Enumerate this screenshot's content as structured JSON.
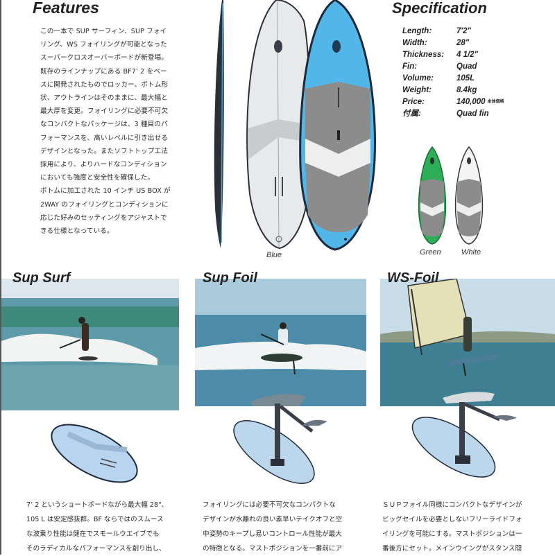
{
  "features": {
    "title": "Features",
    "lines": [
      "この一本で SUP サーフィン、SUP フォイ",
      "リング、WS フォイリングが可能となった",
      "スーパークロスオーバーボードが新登場。",
      "既存のラインナップにある BF7’ 2 をベー",
      "スに開発されたものでロッカー、ボトム形",
      "状、アウトラインはそのままに、最大幅と",
      "最大厚を変更。フォイリングに必要不可欠",
      "なコンパクトなパッケージは、3 種目のパ",
      "フォーマンスを、高いレベルに引き出せる",
      "デザインとなった。またソフトトップ工法",
      "採用により、よりハードなコンディション",
      "においても強度と安全性を確保した。",
      "ボトムに加工された 10 インチ US BOX が",
      "2WAY のフォイリングとコンディションに",
      "応じた好みのセッティングをアジャストで",
      "きる仕様となっている。"
    ]
  },
  "specification": {
    "title": "Specification",
    "rows": [
      {
        "label": "Length:",
        "value": "7'2\""
      },
      {
        "label": "Width:",
        "value": "28\""
      },
      {
        "label": "Thickness:",
        "value": "4 1/2\""
      },
      {
        "label": "Fin:",
        "value": "Quad"
      },
      {
        "label": "Volume:",
        "value": "105L"
      },
      {
        "label": "Weight:",
        "value": "8.4kg"
      },
      {
        "label": "Price:",
        "value": "140,000",
        "note": "本体価格"
      },
      {
        "label": "付属:",
        "value": "Quad fin"
      }
    ]
  },
  "boards": {
    "main_caption": "Blue",
    "variants": [
      {
        "caption": "Green",
        "color": "#2fae5a"
      },
      {
        "caption": "White",
        "color": "#f2f2f2"
      }
    ],
    "colors": {
      "blue": "#52b6e8",
      "deck_gray": "#8c8c8c",
      "rail": "#1e2a3a",
      "bottom": "#e6e8ea"
    }
  },
  "sections": [
    {
      "title": "Sup Surf",
      "text": [
        "7’ 2 というショートボードながら最大幅 28\"、",
        "105 L は安定感抜群。BF ならではのスムース",
        "な波乗り性能は健在でスモールウエイブでも",
        "そのラディカルなパフォーマンスを創り出し、"
      ]
    },
    {
      "title": "Sup Foil",
      "text": [
        "フォイリングには必要不可欠なコンパクトな",
        "デザインが水離れの良い素早いテイクオフと空",
        "中姿勢のキープし易いコントロール性能が最大",
        "の特徴となる。マストポジションを一番前にア"
      ]
    },
    {
      "title": "WS-Foil",
      "text": [
        "ＳＵＰフォイル同様にコンパクトなデザインが",
        "ビッグセイルを必要としないフリーライドフォ",
        "イリングを可能にする。マストポジションは一",
        "番後方にセット。メインウイングがスタンス間"
      ]
    }
  ]
}
